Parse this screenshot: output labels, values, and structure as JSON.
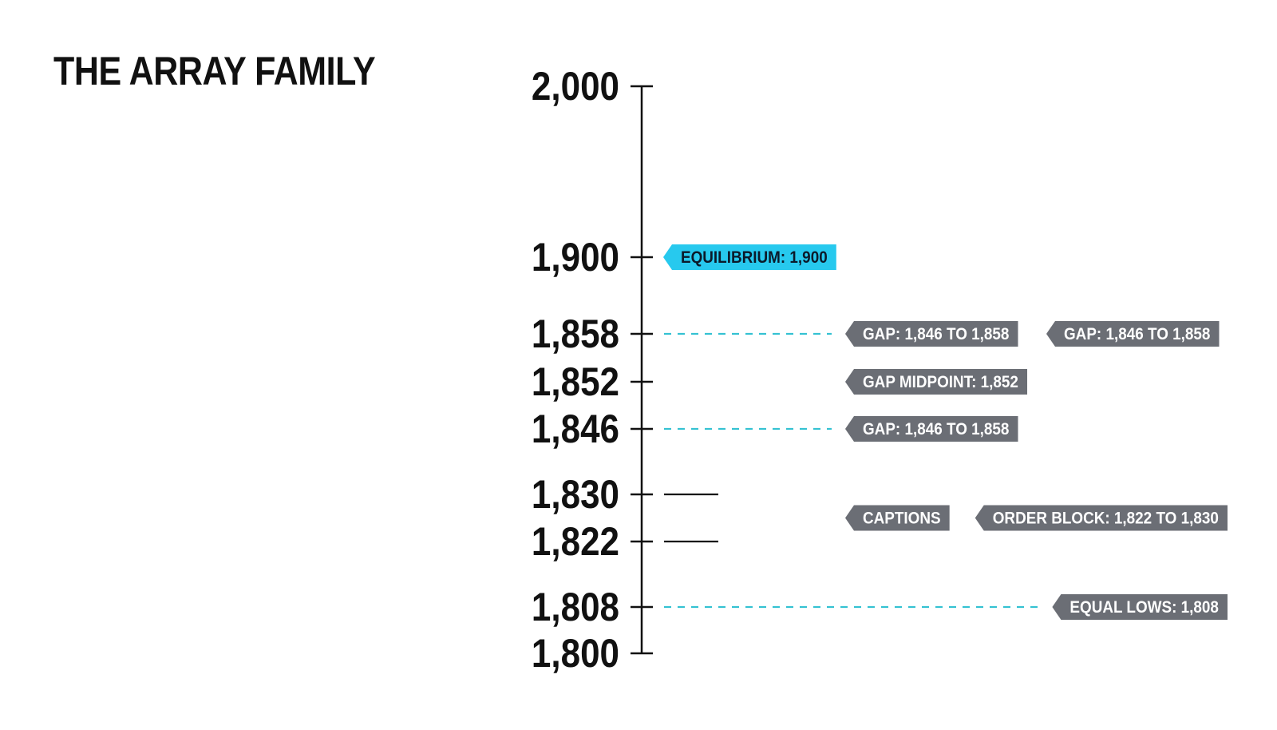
{
  "page": {
    "title": "THE ARRAY FAMILY"
  },
  "colors": {
    "axis": "#111111",
    "dash": "#35c2d2",
    "highlight_tag": "#27c9ee",
    "highlight_text": "#0b1a2a",
    "gray_tag": "#6b6e75",
    "gray_text": "#ffffff"
  },
  "chart_data": {
    "type": "price-level-diagram",
    "ylim": [
      1800,
      2000
    ],
    "ticks": [
      {
        "value": 2000,
        "label": "2,000"
      },
      {
        "value": 1900,
        "label": "1,900"
      },
      {
        "value": 1858,
        "label": "1,858"
      },
      {
        "value": 1852,
        "label": "1,852"
      },
      {
        "value": 1846,
        "label": "1,846"
      },
      {
        "value": 1830,
        "label": "1,830"
      },
      {
        "value": 1822,
        "label": "1,822"
      },
      {
        "value": 1808,
        "label": "1,808"
      },
      {
        "value": 1800,
        "label": "1,800"
      }
    ],
    "dashed_levels": [
      {
        "value": 1858,
        "extent": "short"
      },
      {
        "value": 1846,
        "extent": "short"
      },
      {
        "value": 1808,
        "extent": "long"
      }
    ],
    "solid_levels": [
      1830,
      1822
    ],
    "tags": [
      {
        "id": "equilibrium",
        "text": "EQUILIBRIUM: 1,900",
        "value": 1900,
        "style": "highlight",
        "column": 0
      },
      {
        "id": "gap-top-a",
        "text": "GAP: 1,846 TO 1,858",
        "value": 1858,
        "style": "gray",
        "column": 1
      },
      {
        "id": "gap-top-b",
        "text": "GAP: 1,846 TO 1,858",
        "value": 1858,
        "style": "gray",
        "column": 2
      },
      {
        "id": "gap-midpoint",
        "text": "GAP MIDPOINT: 1,852",
        "value": 1852,
        "style": "gray",
        "column": 1
      },
      {
        "id": "gap-bottom",
        "text": "GAP: 1,846 TO 1,858",
        "value": 1846,
        "style": "gray",
        "column": 1
      },
      {
        "id": "captions",
        "text": "CAPTIONS",
        "value": 1826,
        "style": "gray",
        "column": 1
      },
      {
        "id": "order-block",
        "text": "ORDER BLOCK: 1,822 TO 1,830",
        "value": 1826,
        "style": "gray",
        "column": 2
      },
      {
        "id": "equal-lows",
        "text": "EQUAL LOWS: 1,808",
        "value": 1808,
        "style": "gray",
        "column": 2
      }
    ]
  }
}
